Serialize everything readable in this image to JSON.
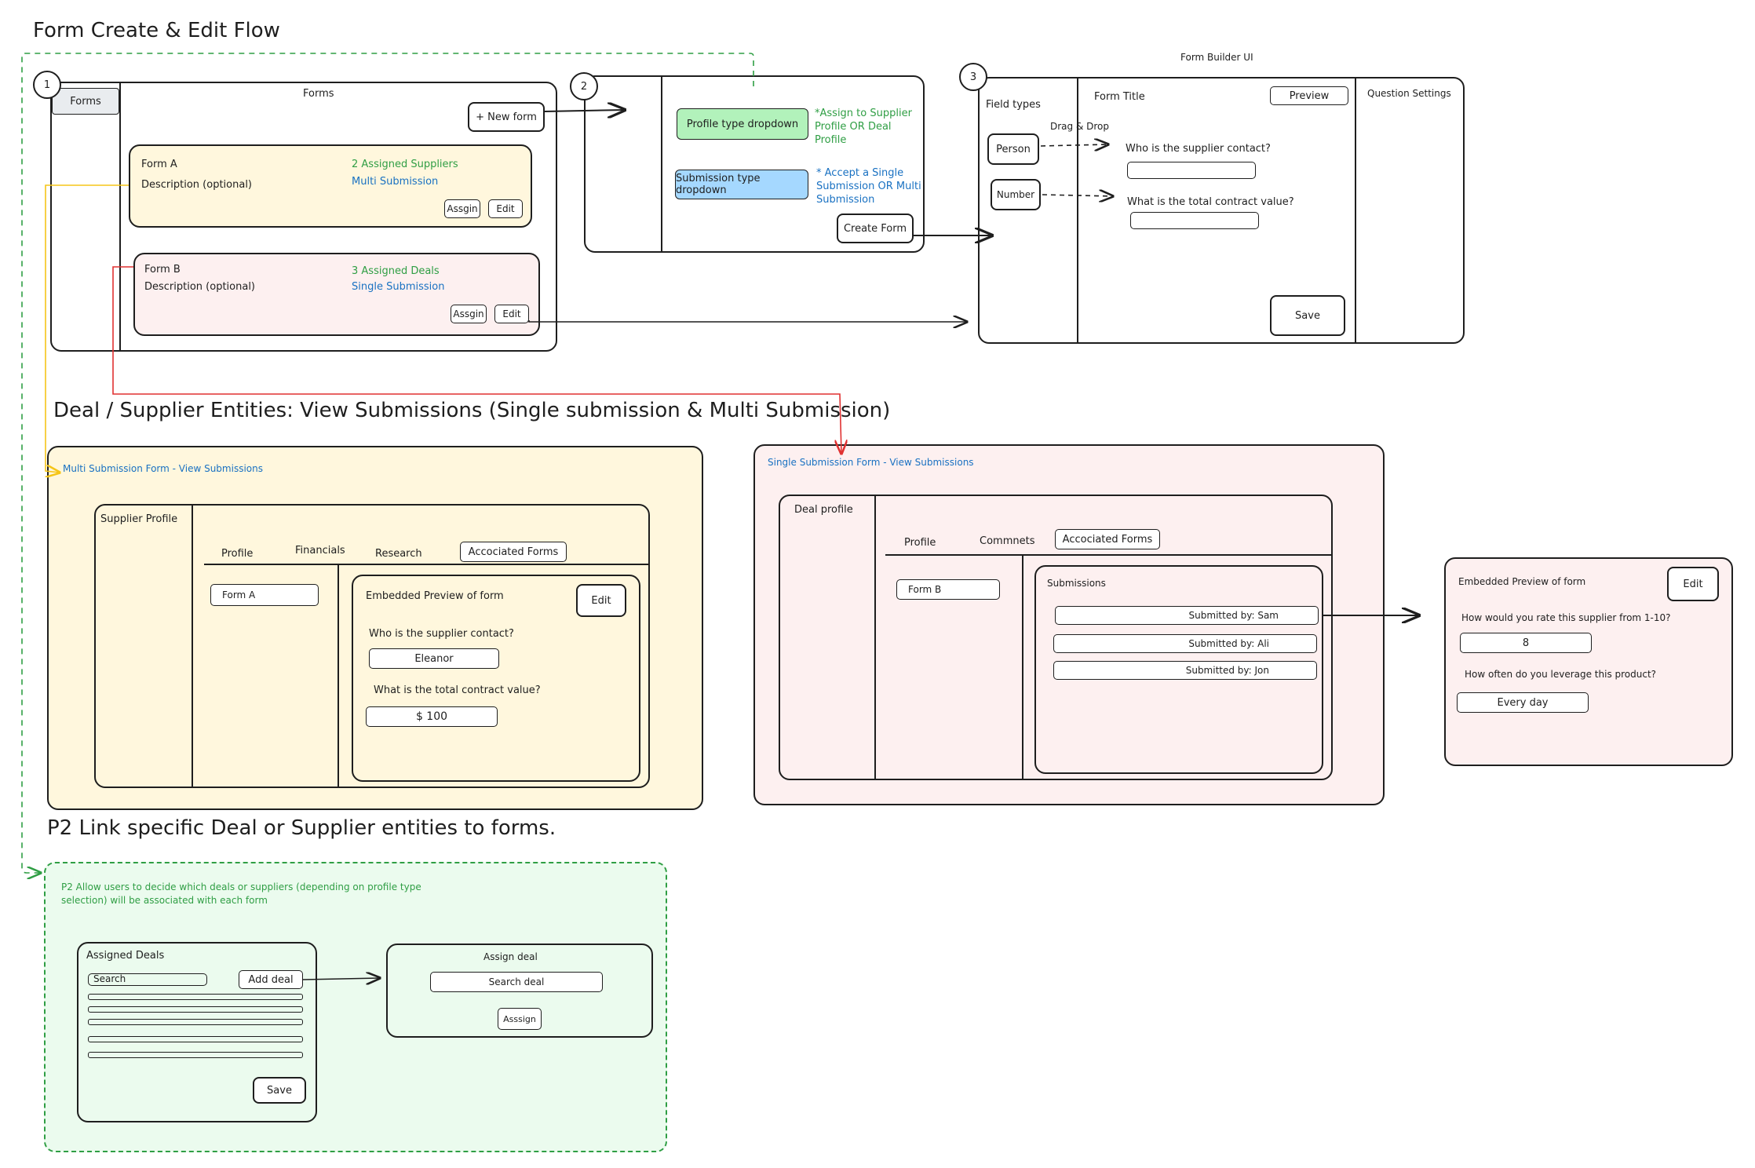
{
  "colors": {
    "yellow_fill": "#fff7dd",
    "pink_fill": "#fdf0f0",
    "green_fill": "#ebfbee",
    "green_dropdown": "#b2f2bb",
    "blue_dropdown": "#a5d8ff",
    "green_text": "#2f9e44",
    "blue_text": "#1971c2",
    "yellow_arrow": "#f5c518",
    "red_arrow": "#e03131",
    "green_dashed": "#2f9e44"
  },
  "titles": {
    "flow": "Form Create & Edit Flow",
    "entities": "Deal / Supplier Entities: View Submissions (Single submission & Multi Submission)",
    "p2": "P2 Link specific Deal or Supplier entities to forms."
  },
  "step_numbers": [
    "1",
    "2",
    "3"
  ],
  "forms_list": {
    "tab": "Forms",
    "header": "Forms",
    "new_form": "+ New form",
    "form_a": {
      "name": "Form A",
      "description": "Description (optional)",
      "assigned": "2 Assigned Suppliers",
      "type": "Multi Submission",
      "assign": "Assgin",
      "edit": "Edit"
    },
    "form_b": {
      "name": "Form B",
      "description": "Description (optional)",
      "assigned": "3 Assigned Deals",
      "type": "Single Submission",
      "assign": "Assgin",
      "edit": "Edit"
    }
  },
  "create_dialog": {
    "profile_dropdown": "Profile type dropdown",
    "profile_note": "*Assign to Supplier Profile OR Deal Profile",
    "submission_dropdown": "Submission type dropdown",
    "submission_note": "* Accept a Single Submission OR Multi Submission",
    "create_button": "Create Form"
  },
  "form_builder": {
    "caption": "Form Builder UI",
    "field_types": "Field types",
    "drag_drop": "Drag & Drop",
    "person": "Person",
    "number": "Number",
    "form_title": "Form Title",
    "preview": "Preview",
    "question_settings": "Question Settings",
    "q1": "Who is the supplier contact?",
    "q2": "What is the total contract value?",
    "save": "Save"
  },
  "multi_panel": {
    "label": "Multi Submission Form - View Submissions",
    "supplier_profile": "Supplier Profile",
    "tabs": [
      "Profile",
      "Financials",
      "Research",
      "Accociated Forms"
    ],
    "form_item": "Form A",
    "preview_title": "Embedded Preview of form",
    "edit": "Edit",
    "q1": "Who is the supplier contact?",
    "a1": "Eleanor",
    "q2": "What is the total contract value?",
    "a2": "$ 100"
  },
  "single_panel": {
    "label": "Single Submission Form - View Submissions",
    "deal_profile": "Deal profile",
    "tabs": [
      "Profile",
      "Commnets",
      "Accociated Forms"
    ],
    "form_item": "Form B",
    "submissions_title": "Submissions",
    "submissions": [
      "Submitted by: Sam",
      "Submitted by: Ali",
      "Submitted by: Jon"
    ]
  },
  "embedded_preview": {
    "title": "Embedded Preview of form",
    "edit": "Edit",
    "q1": "How would you rate this supplier from 1-10?",
    "a1": "8",
    "q2": "How often do you leverage this product?",
    "a2": "Every day"
  },
  "p2_panel": {
    "note": "P2 Allow users to decide which deals or suppliers (depending on profile type selection) will be associated with each form",
    "assigned_deals": "Assigned Deals",
    "search": "Search",
    "add_deal": "Add deal",
    "save": "Save",
    "assign_title": "Assign deal",
    "search_deal": "Search deal",
    "assign_button": "Asssign"
  }
}
